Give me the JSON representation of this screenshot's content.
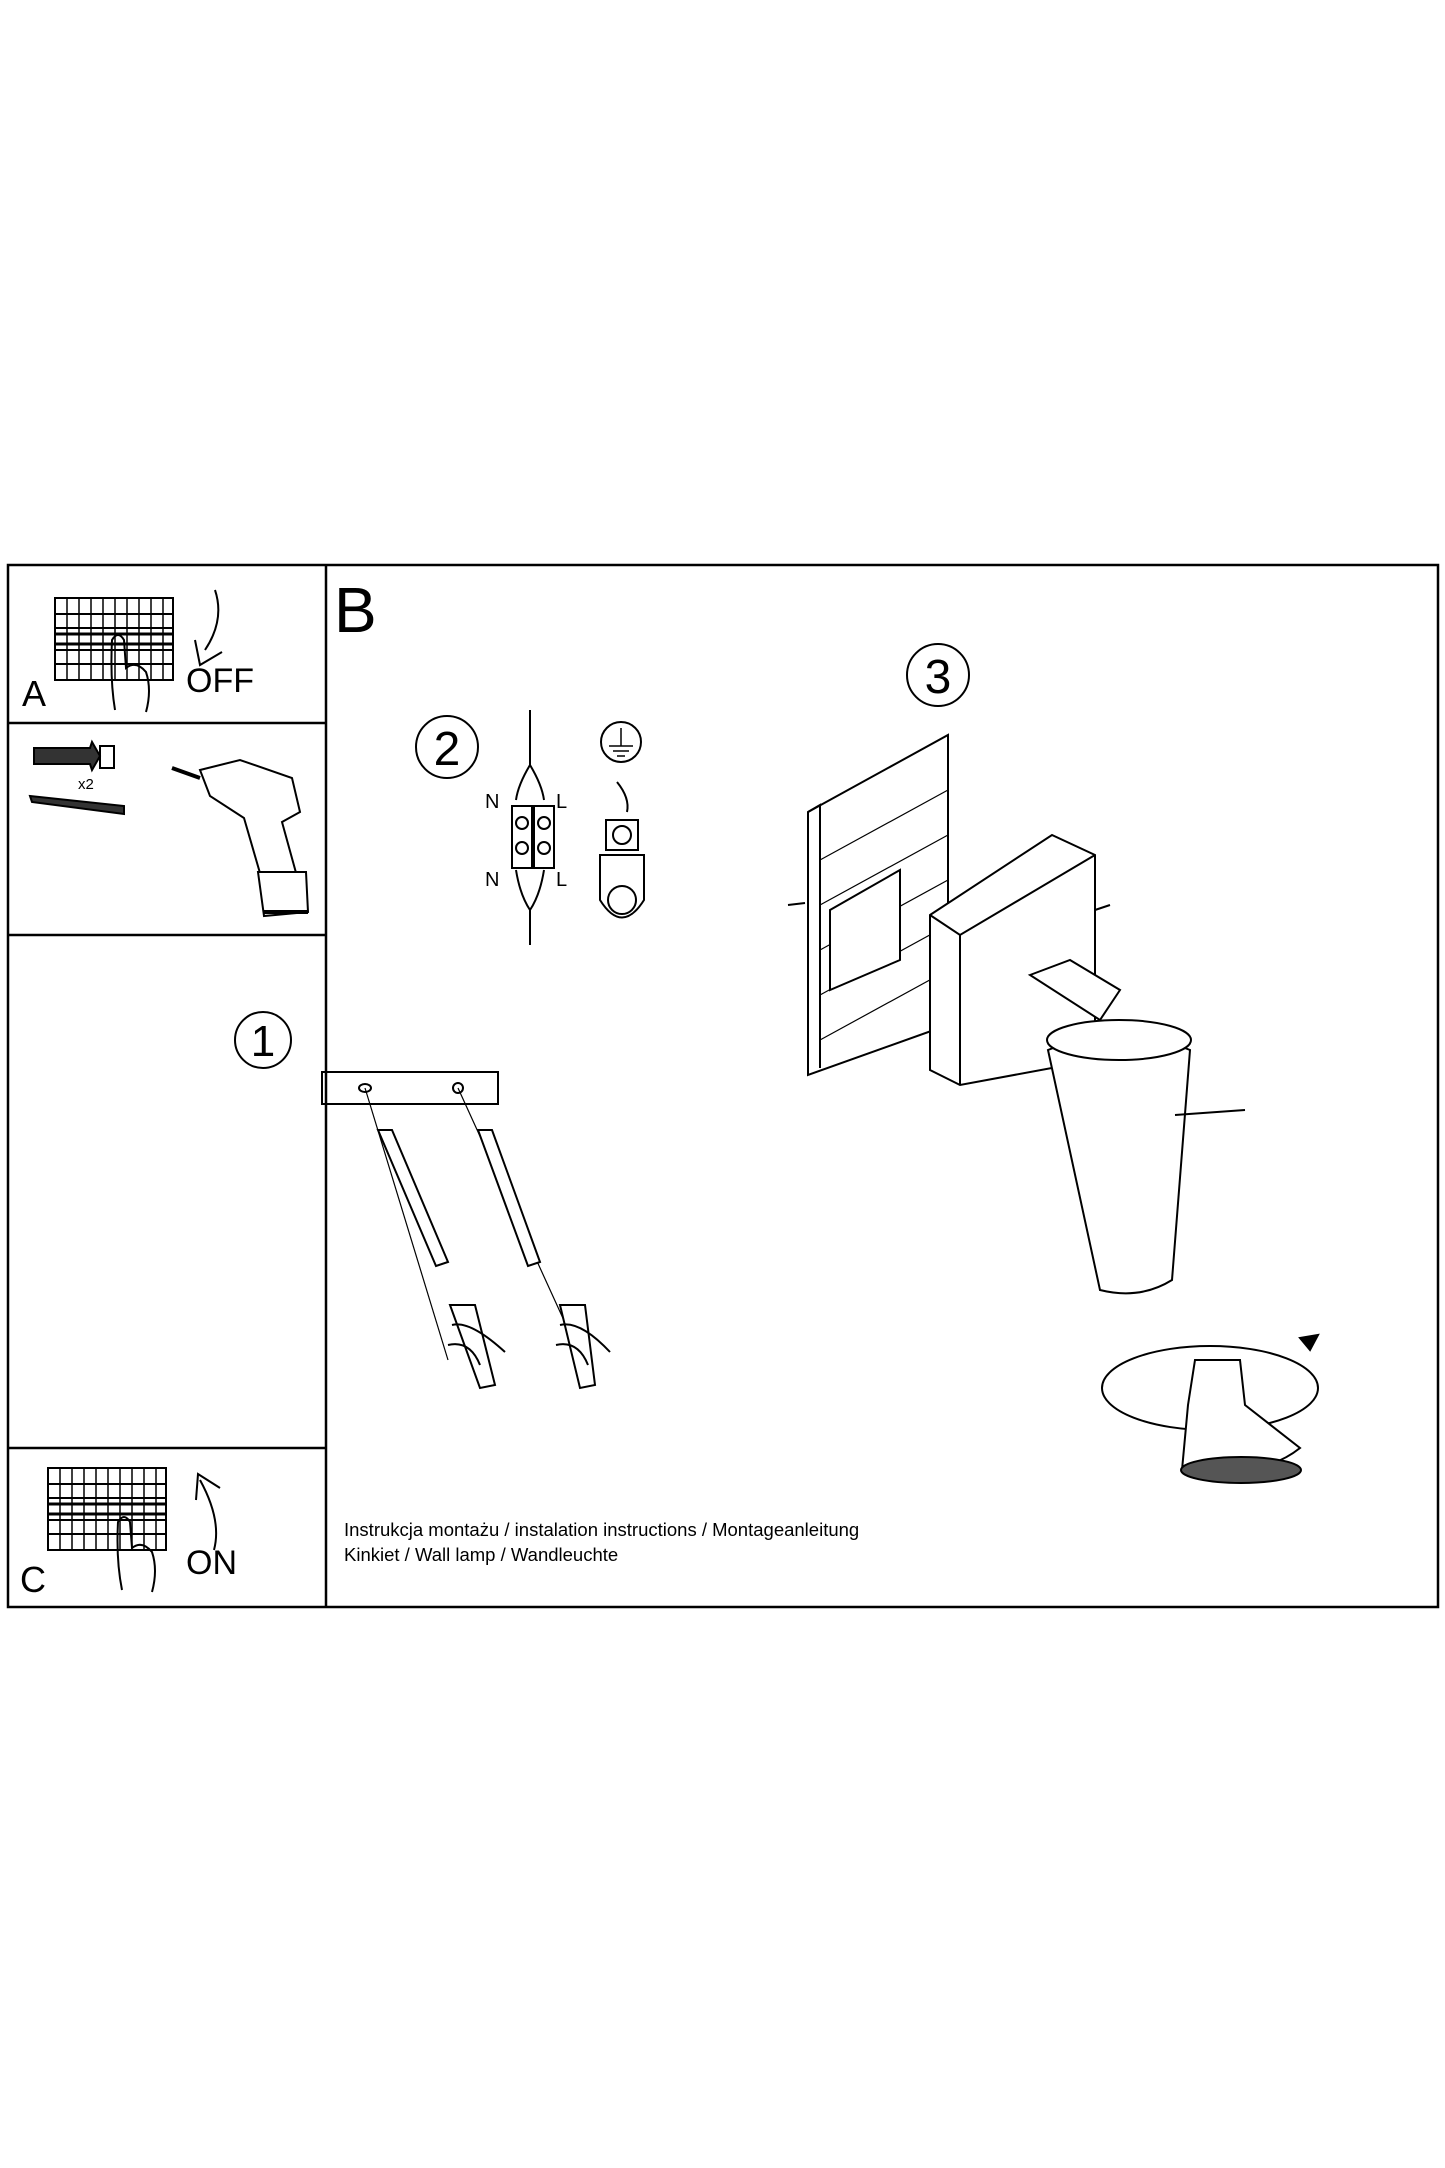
{
  "panels": {
    "a": {
      "label": "A",
      "action": "OFF"
    },
    "tools": {
      "quantity": "x2"
    },
    "b": {
      "label": "B"
    },
    "c": {
      "label": "C",
      "action": "ON"
    }
  },
  "steps": {
    "step1": "1",
    "step2": "2",
    "step3": "3"
  },
  "wiring": {
    "n_top": "N",
    "l_top": "L",
    "n_bottom": "N",
    "l_bottom": "L"
  },
  "caption": {
    "line1": "Instrukcja montażu / instalation instructions / Montageanleitung",
    "line2": "Kinkiet / Wall lamp / Wandleuchte"
  }
}
